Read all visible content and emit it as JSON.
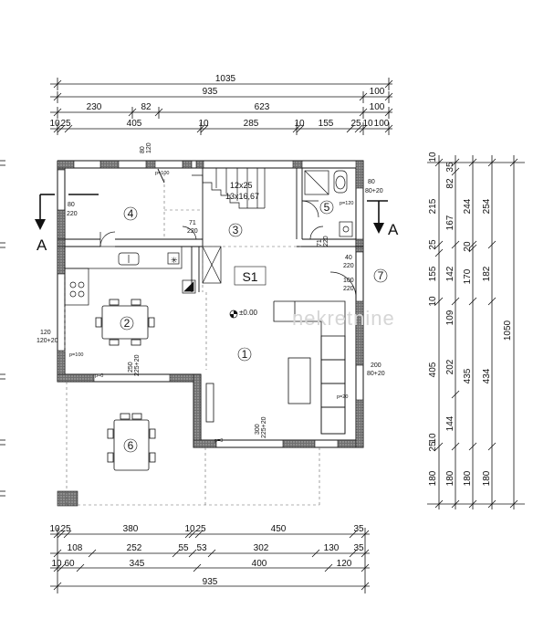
{
  "top_dims": {
    "r1": [
      "1035"
    ],
    "r2": [
      "935",
      "100"
    ],
    "r3": [
      "230",
      "82",
      "623",
      "100"
    ],
    "r4": [
      "10",
      "25",
      "405",
      "10",
      "285",
      "10",
      "155",
      "25",
      "10",
      "100"
    ]
  },
  "bottom_dims": {
    "r1": [
      "10",
      "25",
      "380",
      "10",
      "25",
      "450",
      "35"
    ],
    "r2": [
      "108",
      "252",
      "55",
      "53",
      "302",
      "130",
      "35"
    ],
    "r3": [
      "10",
      "60",
      "345",
      "400",
      "120"
    ],
    "r4": [
      "935"
    ]
  },
  "right_dims": {
    "c1": [
      "10",
      "215",
      "25",
      "155",
      "10",
      "405",
      "10",
      "25",
      "180"
    ],
    "c2": [
      "35",
      "82",
      "167",
      "142",
      "109",
      "202",
      "144",
      "180"
    ],
    "c3": [
      "244",
      "20",
      "170",
      "435",
      "180"
    ],
    "c4": [
      "254",
      "182",
      "434",
      "180"
    ],
    "c5": [
      "1050"
    ]
  },
  "rooms": {
    "r1": "1",
    "r2": "2",
    "r3": "3",
    "r4": "4",
    "r5": "5",
    "r6": "6",
    "r7": "7"
  },
  "section": {
    "letter_left": "A",
    "letter_right": "A"
  },
  "labels": {
    "level": "S1",
    "elevation": "±0.00",
    "stairs_a": "12x25",
    "stairs_b": "13x16,67",
    "watermark": "nekretnine"
  },
  "openings": {
    "w_top_80": "80",
    "w_top_120": "120",
    "p100_top": "p=100",
    "w4_80": "80",
    "w4_220": "220",
    "d3_71": "71",
    "d3_220": "220",
    "w5_80": "80",
    "w5_8020": "80+20",
    "p120": "p=120",
    "d5_71": "71",
    "d5_220": "220",
    "d7_40": "40",
    "d7_220": "220",
    "d7_100": "100",
    "d7_220b": "220",
    "w2_120": "120",
    "w2_12020": "120+20",
    "p100_left": "p=100",
    "p0_a": "p=0",
    "w_250": "250",
    "w_22520": "225+20",
    "w1_200": "200",
    "w1_8020": "80+20",
    "p20": "p=20",
    "p0_b": "p=0",
    "w_300": "300",
    "w_22520b": "225+20"
  }
}
